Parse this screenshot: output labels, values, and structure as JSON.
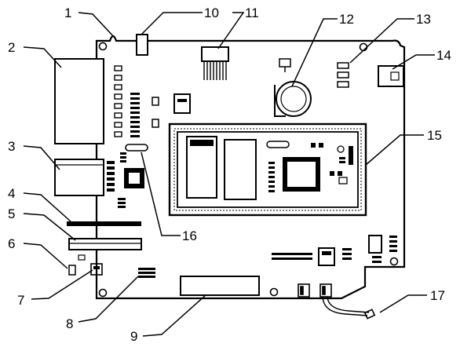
{
  "labels": [
    "1",
    "2",
    "3",
    "4",
    "5",
    "6",
    "7",
    "8",
    "9",
    "10",
    "11",
    "12",
    "13",
    "14",
    "15",
    "16",
    "17"
  ],
  "colors": {
    "ink": "#000000",
    "paper": "#ffffff"
  }
}
